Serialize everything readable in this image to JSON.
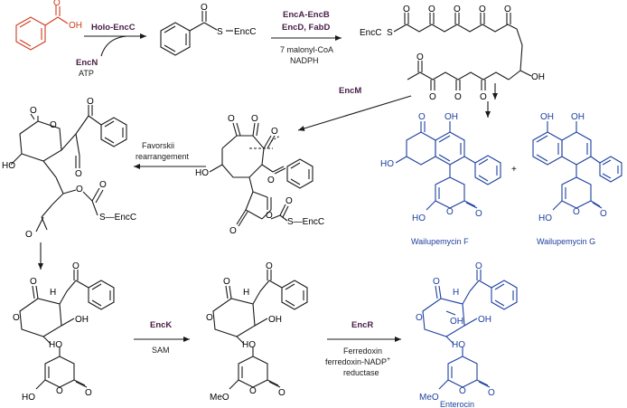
{
  "colors": {
    "enzyme": "#4a2048",
    "product": "#1d3fa0",
    "substrate": "#d23a1e",
    "ink": "#1a1a1a"
  },
  "steps": {
    "holo_encc": "Holo-EncC",
    "encn": "EncN",
    "atp": "ATP",
    "enca_encb": "EncA-EncB",
    "encd_fabd": "EncD, FabD",
    "malonyl": "7 malonyl-CoA",
    "nadph": "NADPH",
    "encm": "EncM",
    "favorskii_1": "Favorskii",
    "favorskii_2": "rearrangement",
    "enck": "EncK",
    "sam": "SAM",
    "encr": "EncR",
    "ferredoxin": "Ferredoxin",
    "fnr_1": "ferredoxin-NADP",
    "fnr_sup": "+",
    "fnr_2": "reductase"
  },
  "atoms": {
    "oh": "OH",
    "o": "O",
    "s": "S",
    "encc": "EncC",
    "s_encc": "S—EncC",
    "encc_s": "EncC",
    "ho": "HO",
    "meo": "MeO",
    "h": "H",
    "plus": "+"
  },
  "compounds": {
    "wailupemycin_f": "Wailupemycin F",
    "wailupemycin_g": "Wailupemycin G",
    "enterocin": "Enterocin"
  }
}
